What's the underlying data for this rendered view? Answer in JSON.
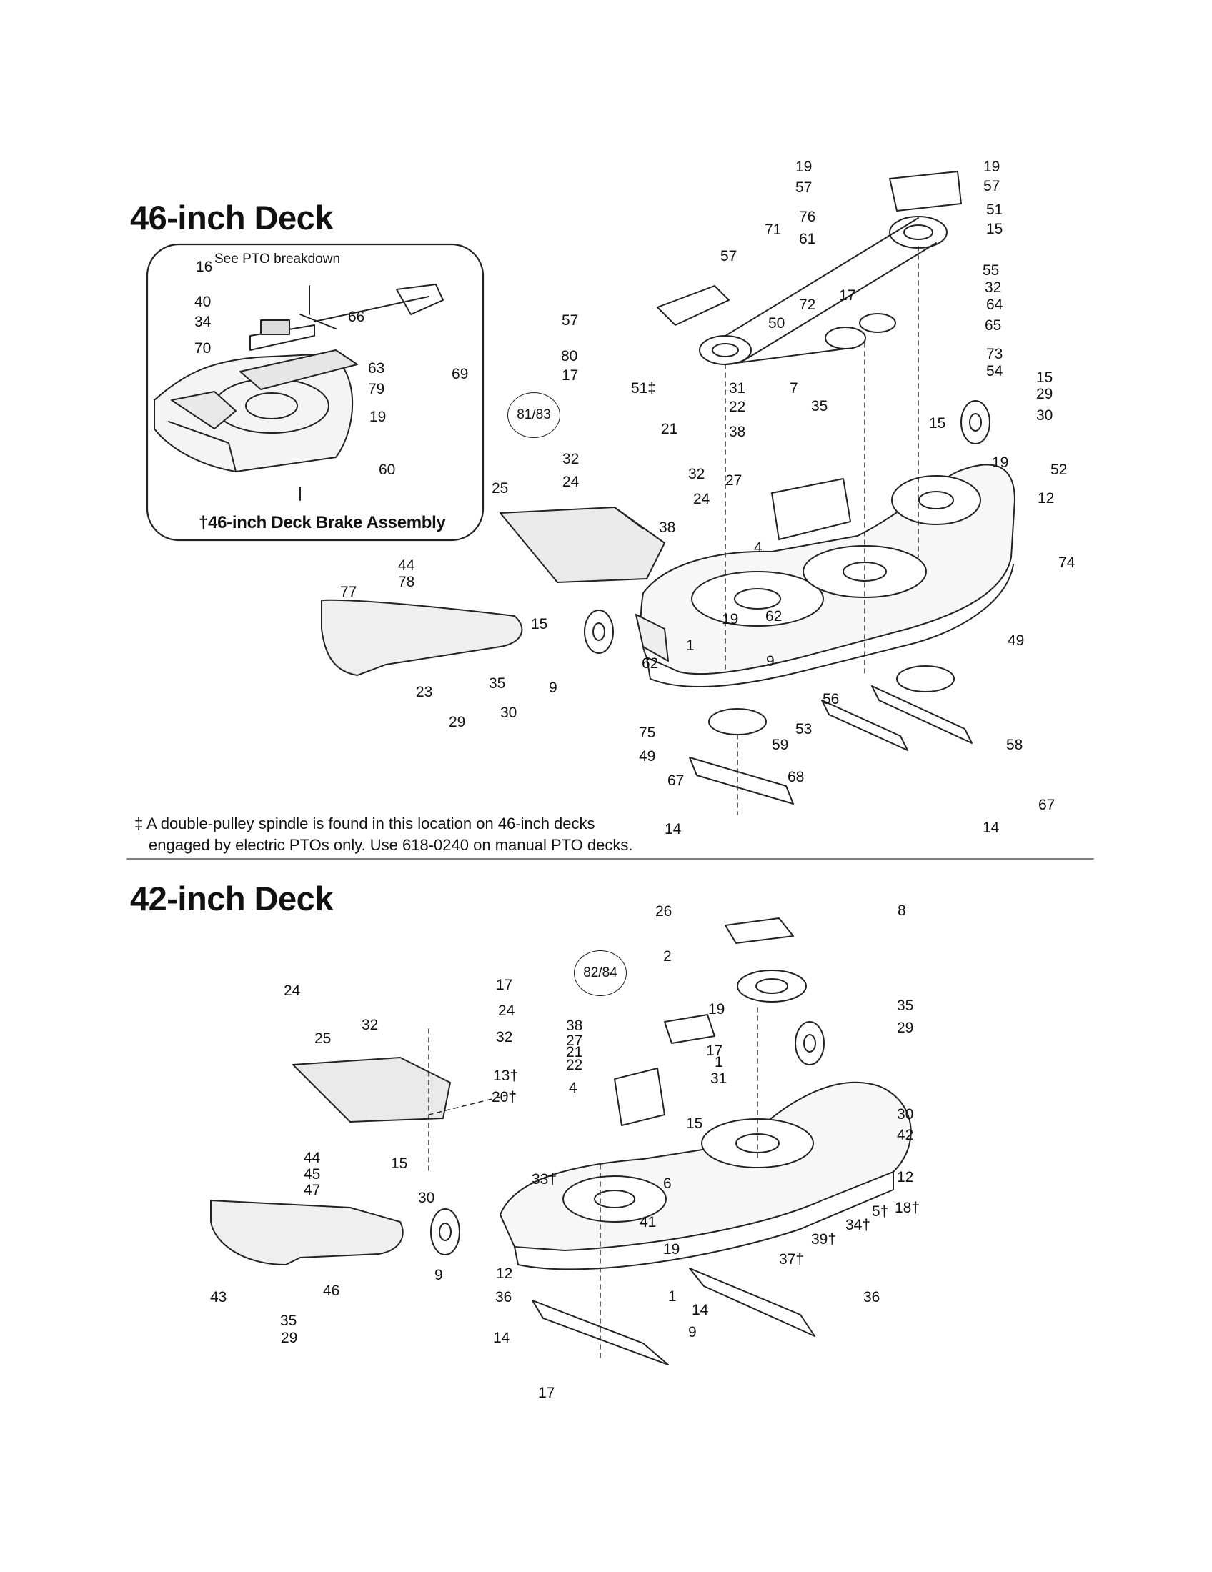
{
  "sections": {
    "deck46": {
      "title": "46-inch Deck",
      "inset_note": "See PTO breakdown",
      "inset_caption": "†46-inch Deck Brake Assembly",
      "circle_label": "81/83",
      "footnote_line1": "‡ A double-pulley spindle is found in this location on 46-inch decks",
      "footnote_line2": "engaged by electric PTOs only. Use 618-0240 on manual PTO decks."
    },
    "deck42": {
      "title": "42-inch Deck",
      "circle_label": "82/84"
    }
  },
  "callouts46": [
    "19",
    "57",
    "19",
    "57",
    "76",
    "51",
    "61",
    "15",
    "71",
    "57",
    "55",
    "32",
    "17",
    "64",
    "72",
    "57",
    "50",
    "65",
    "80",
    "17",
    "73",
    "51‡",
    "31",
    "7",
    "54",
    "35",
    "15",
    "29",
    "22",
    "15",
    "30",
    "21",
    "38",
    "32",
    "19",
    "52",
    "32",
    "27",
    "24",
    "24",
    "12",
    "25",
    "38",
    "4",
    "74",
    "44",
    "78",
    "77",
    "15",
    "19",
    "62",
    "49",
    "62",
    "9",
    "1",
    "23",
    "35",
    "9",
    "56",
    "29",
    "30",
    "53",
    "58",
    "75",
    "59",
    "49",
    "68",
    "67",
    "67",
    "14",
    "14",
    "16",
    "40",
    "66",
    "34",
    "70",
    "63",
    "69",
    "79",
    "19",
    "60"
  ],
  "callouts42": [
    "26",
    "8",
    "2",
    "17",
    "24",
    "24",
    "82/84",
    "35",
    "25",
    "32",
    "32",
    "19",
    "29",
    "38",
    "27",
    "21",
    "22",
    "17",
    "13†",
    "1",
    "20†",
    "31",
    "4",
    "30",
    "15",
    "42",
    "44",
    "15",
    "12",
    "45",
    "47",
    "33†",
    "6",
    "18†",
    "30",
    "41",
    "5†",
    "34†",
    "39†",
    "19",
    "37†",
    "43",
    "46",
    "12",
    "9",
    "35",
    "36",
    "1",
    "36",
    "14",
    "29",
    "9",
    "14",
    "17"
  ],
  "colors": {
    "ink": "#111111",
    "background": "#ffffff",
    "rule": "#555555"
  }
}
